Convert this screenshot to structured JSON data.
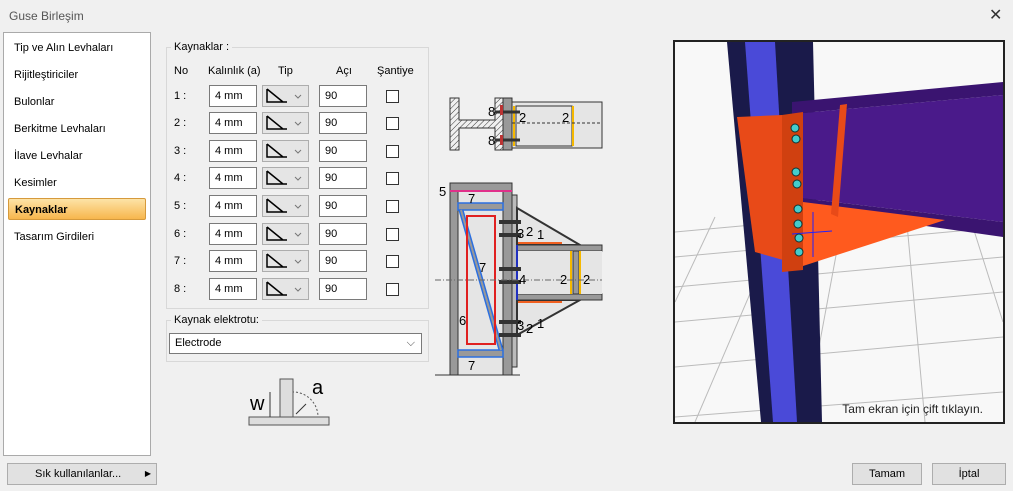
{
  "window": {
    "title": "Guse Birleşim",
    "close_icon": "close-icon"
  },
  "sidebar": {
    "items": [
      {
        "label": "Tip ve Alın Levhaları"
      },
      {
        "label": "Rijitleştiriciler"
      },
      {
        "label": "Bulonlar"
      },
      {
        "label": "Berkitme Levhaları"
      },
      {
        "label": "İlave Levhalar"
      },
      {
        "label": "Kesimler"
      },
      {
        "label": "Kaynaklar",
        "selected": true
      },
      {
        "label": "Tasarım Girdileri"
      }
    ]
  },
  "welds": {
    "group_label": "Kaynaklar :",
    "headers": {
      "no": "No",
      "thickness": "Kalınlık (a)",
      "type": "Tip",
      "angle": "Açı",
      "site": "Şantiye"
    },
    "rows": [
      {
        "no": "1 :",
        "thickness": "4 mm",
        "angle": "90",
        "site": false
      },
      {
        "no": "2 :",
        "thickness": "4 mm",
        "angle": "90",
        "site": false
      },
      {
        "no": "3 :",
        "thickness": "4 mm",
        "angle": "90",
        "site": false
      },
      {
        "no": "4 :",
        "thickness": "4 mm",
        "angle": "90",
        "site": false
      },
      {
        "no": "5 :",
        "thickness": "4 mm",
        "angle": "90",
        "site": false
      },
      {
        "no": "6 :",
        "thickness": "4 mm",
        "angle": "90",
        "site": false
      },
      {
        "no": "7 :",
        "thickness": "4 mm",
        "angle": "90",
        "site": false
      },
      {
        "no": "8 :",
        "thickness": "4 mm",
        "angle": "90",
        "site": false
      }
    ]
  },
  "electrode": {
    "label": "Kaynak elektrotu:",
    "value": "Electrode"
  },
  "weld_symbol": {
    "w": "w",
    "a": "a"
  },
  "drawing": {
    "top_labels": [
      "8",
      "8",
      "2",
      "2"
    ],
    "labels": [
      "5",
      "7",
      "7",
      "6",
      "7",
      "3",
      "2",
      "1",
      "4",
      "2",
      "2",
      "3",
      "2",
      "1"
    ]
  },
  "view3d": {
    "hint": "Tam ekran için çift tıklayın."
  },
  "footer": {
    "favorites": "Sık kullanılanlar...",
    "ok": "Tamam",
    "cancel": "İptal"
  }
}
